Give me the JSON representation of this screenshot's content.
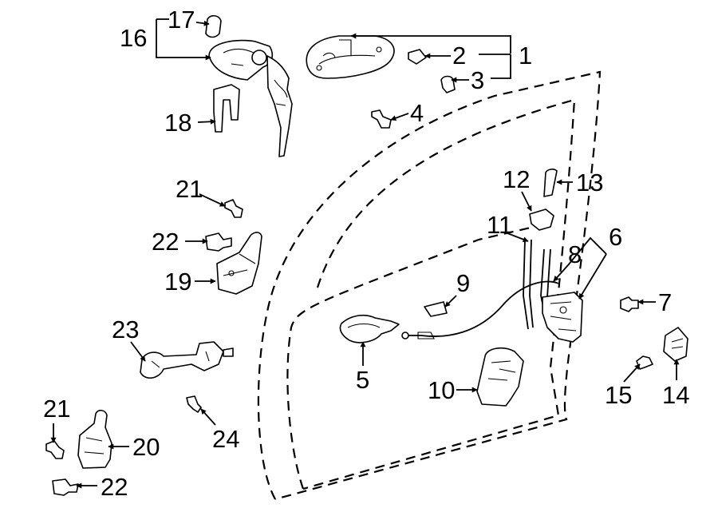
{
  "diagram": {
    "callouts": [
      "1",
      "2",
      "3",
      "4",
      "5",
      "6",
      "7",
      "8",
      "9",
      "10",
      "11",
      "12",
      "13",
      "14",
      "15",
      "16",
      "17",
      "18",
      "19",
      "20",
      "21",
      "22",
      "23",
      "24"
    ],
    "repeat_callouts": [
      "21",
      "22"
    ]
  }
}
